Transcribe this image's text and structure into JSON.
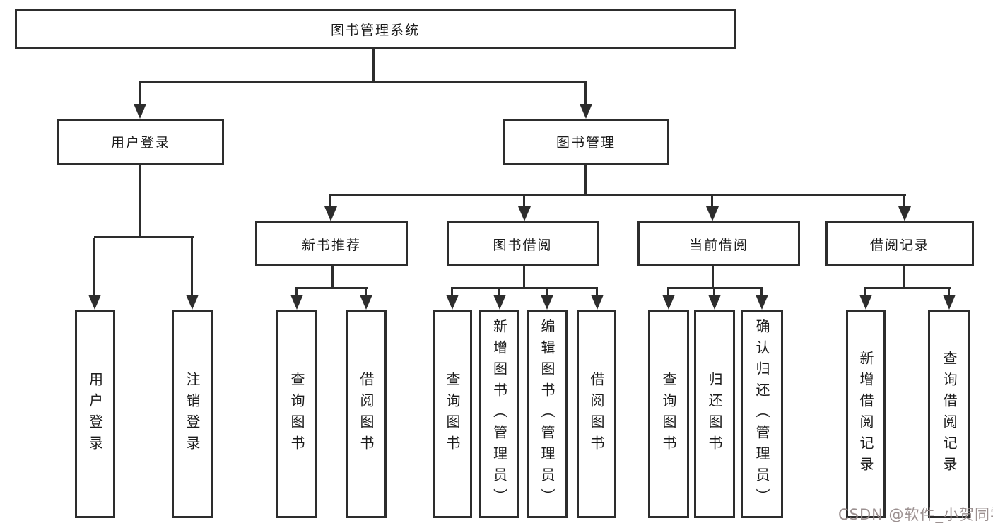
{
  "diagram": {
    "root_label": "图书管理系统",
    "user_login": {
      "label": "用户登录",
      "children": [
        "用户登录",
        "注销登录"
      ]
    },
    "book_mgmt": {
      "label": "图书管理",
      "children": [
        {
          "label": "新书推荐",
          "children": [
            "查询图书",
            "借阅图书"
          ]
        },
        {
          "label": "图书借阅",
          "children": [
            "查询图书",
            "新增图书（管理员）",
            "编辑图书（管理员）",
            "借阅图书"
          ]
        },
        {
          "label": "当前借阅",
          "children": [
            "查询图书",
            "归还图书",
            "确认归还（管理员）"
          ]
        },
        {
          "label": "借阅记录",
          "children": [
            "新增借阅记录",
            "查询借阅记录"
          ]
        }
      ]
    },
    "watermark": "CSDN @软件_小贺同学",
    "colors": {
      "line": "#2d2d2d",
      "text": "#1c1c1c",
      "background": "#ffffff",
      "watermark": "#968a8a"
    }
  }
}
